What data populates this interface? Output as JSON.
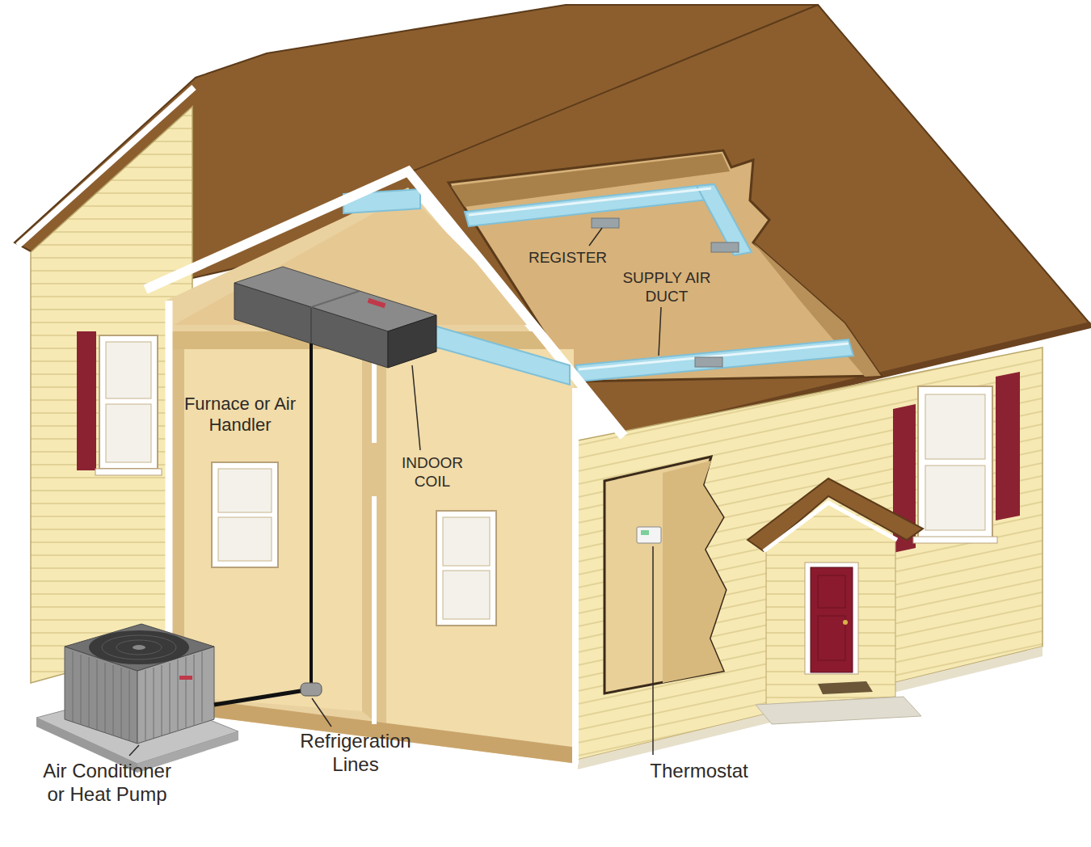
{
  "diagram": {
    "labels": [
      "REGISTER",
      "SUPPLY AIR DUCT",
      "Furnace or Air Handler",
      "INDOOR COIL",
      "Air Conditioner or Heat Pump",
      "Refrigeration Lines",
      "Thermostat"
    ]
  }
}
